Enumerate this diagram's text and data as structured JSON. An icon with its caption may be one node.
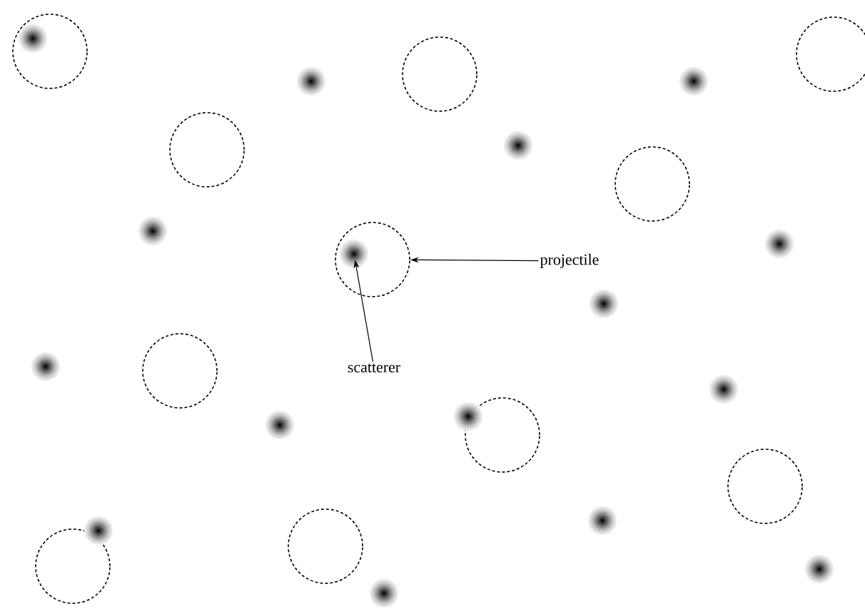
{
  "diagram": {
    "nodes": [
      {
        "text": [
          "projectile"
        ]
      },
      {
        "text": [],
        "shape": "circle"
      },
      {
        "text": [
          "scatterer"
        ]
      },
      {
        "text": [],
        "shape": "dot",
        "in": 1
      },
      {
        "text": [],
        "shape": "circle"
      },
      {
        "text": [],
        "shape": "circle"
      },
      {
        "text": [],
        "shape": "circle"
      },
      {
        "text": [],
        "shape": "circle"
      },
      {
        "text": [],
        "shape": "circle"
      },
      {
        "text": [],
        "shape": "circle"
      },
      {
        "text": [],
        "shape": "circle"
      },
      {
        "text": [],
        "shape": "circle"
      },
      {
        "text": [],
        "shape": "circle"
      },
      {
        "text": [],
        "shape": "circle"
      },
      {
        "text": [],
        "shape": "dot",
        "in": 4
      },
      {
        "text": [],
        "shape": "dot"
      },
      {
        "text": [],
        "shape": "dot"
      },
      {
        "text": [],
        "shape": "dot"
      },
      {
        "text": [],
        "shape": "dot"
      },
      {
        "text": [],
        "shape": "dot"
      },
      {
        "text": [],
        "shape": "dot"
      },
      {
        "text": [],
        "shape": "dot"
      },
      {
        "text": [],
        "shape": "dot"
      },
      {
        "text": [],
        "shape": "dot"
      },
      {
        "text": [],
        "shape": "dot"
      },
      {
        "text": [],
        "shape": "dot"
      },
      {
        "text": [],
        "shape": "dot"
      },
      {
        "text": [],
        "shape": "dot"
      },
      {
        "text": [],
        "shape": "dot"
      }
    ],
    "edges": [
      {
        "from": 0,
        "to": 1,
        "arrow": "to"
      },
      {
        "from": 2,
        "to": 3,
        "arrow": "to"
      }
    ]
  }
}
